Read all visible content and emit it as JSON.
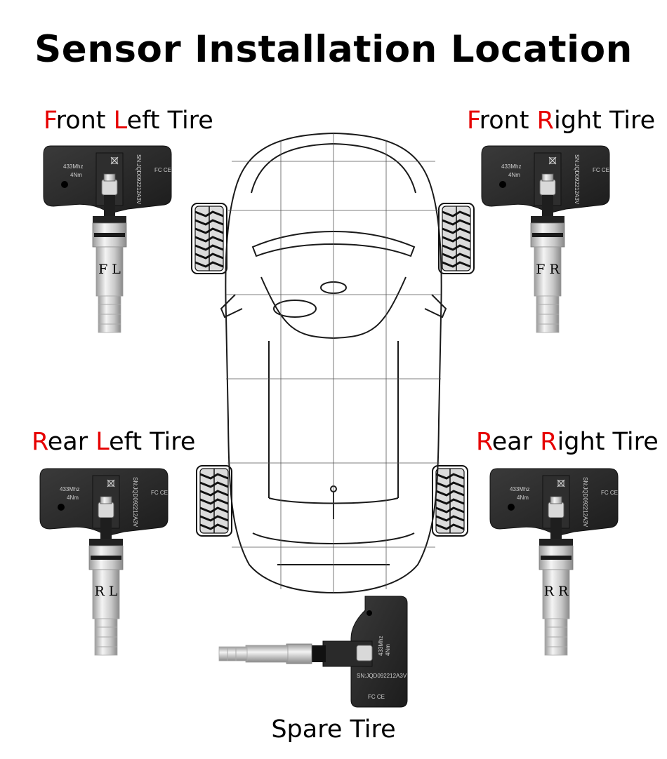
{
  "title": "Sensor Installation Location",
  "labels": {
    "front_left": {
      "parts": [
        {
          "text": "F",
          "accent": true
        },
        {
          "text": "ront ",
          "accent": false
        },
        {
          "text": "L",
          "accent": true
        },
        {
          "text": "eft Tire",
          "accent": false
        }
      ]
    },
    "front_right": {
      "parts": [
        {
          "text": "F",
          "accent": true
        },
        {
          "text": "ront ",
          "accent": false
        },
        {
          "text": "R",
          "accent": true
        },
        {
          "text": "ight Tire",
          "accent": false
        }
      ]
    },
    "rear_left": {
      "parts": [
        {
          "text": "R",
          "accent": true
        },
        {
          "text": "ear ",
          "accent": false
        },
        {
          "text": "L",
          "accent": true
        },
        {
          "text": "eft Tire",
          "accent": false
        }
      ]
    },
    "rear_right": {
      "parts": [
        {
          "text": "R",
          "accent": true
        },
        {
          "text": "ear ",
          "accent": false
        },
        {
          "text": "R",
          "accent": true
        },
        {
          "text": "ight Tire",
          "accent": false
        }
      ]
    },
    "spare": "Spare Tire"
  },
  "sensors": {
    "front_left": {
      "code": "F L"
    },
    "front_right": {
      "code": "F R"
    },
    "rear_left": {
      "code": "R L"
    },
    "rear_right": {
      "code": "R R"
    },
    "spare": {}
  },
  "sensor_print": {
    "frequency": "433Mhz",
    "torque": "4Nm",
    "serial": "SN:JQD092212A3V",
    "marks": "FC CE"
  },
  "colors": {
    "accent": "#e60000",
    "text": "#000000",
    "sensor_body": "#2b2b2b",
    "line_art": "#1a1a1a"
  }
}
